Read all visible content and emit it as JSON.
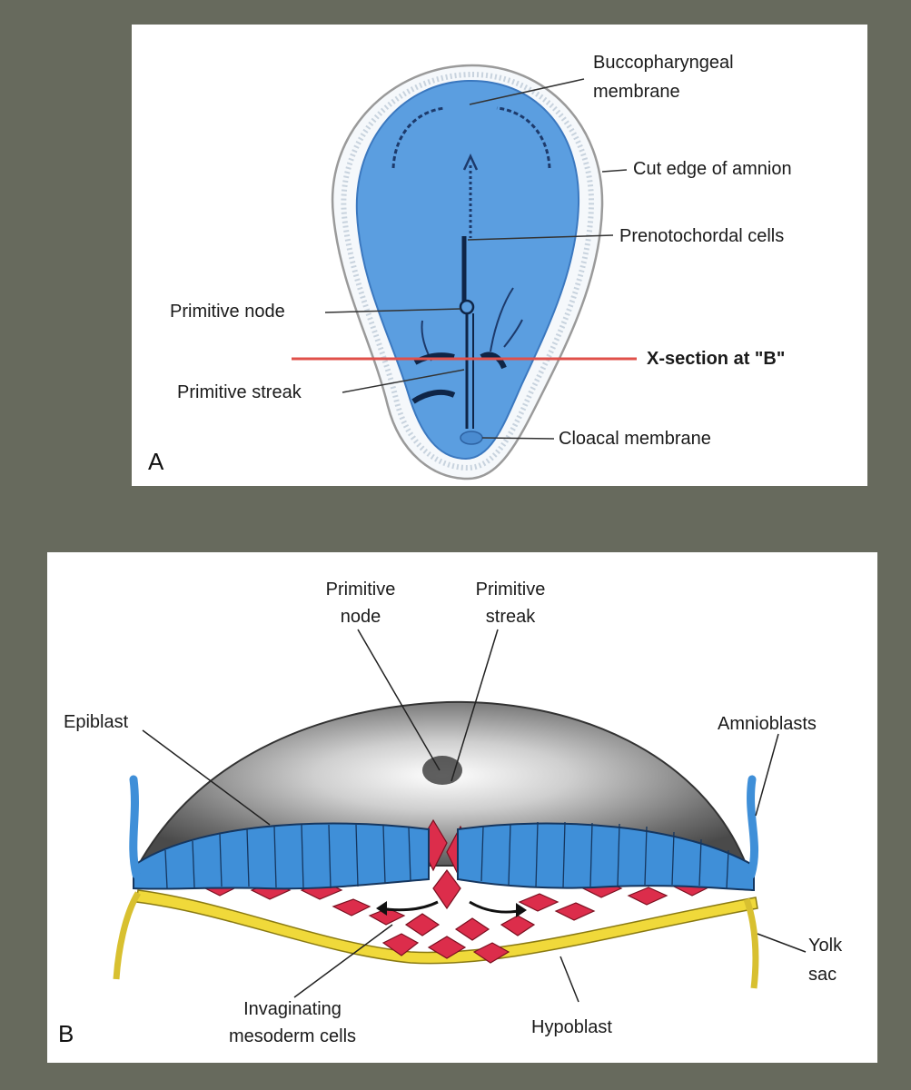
{
  "panel_a": {
    "letter": "A",
    "labels": {
      "buccopharyngeal_1": "Buccopharyngeal",
      "buccopharyngeal_2": "membrane",
      "cut_edge": "Cut edge of amnion",
      "prenotochordal": "Prenotochordal cells",
      "primitive_node": "Primitive node",
      "x_section": "X-section at \"B\"",
      "primitive_streak": "Primitive streak",
      "cloacal": "Cloacal membrane"
    }
  },
  "panel_b": {
    "letter": "B",
    "labels": {
      "primitive_node_1": "Primitive",
      "primitive_node_2": "node",
      "primitive_streak_1": "Primitive",
      "primitive_streak_2": "streak",
      "epiblast": "Epiblast",
      "amnioblasts": "Amnioblasts",
      "yolk_1": "Yolk",
      "yolk_2": "sac",
      "invaginating_1": "Invaginating",
      "invaginating_2": "mesoderm cells",
      "hypoblast": "Hypoblast"
    }
  },
  "colors": {
    "background": "#676a5d",
    "disc_blue": "#5b9ee0",
    "section_line_red": "#e0504a",
    "epiblast_blue": "#3f8fd8",
    "mesoderm_red": "#dc2d4b",
    "hypoblast_yellow": "#f0d93a",
    "amnion_grey": "#8a8a8a"
  }
}
